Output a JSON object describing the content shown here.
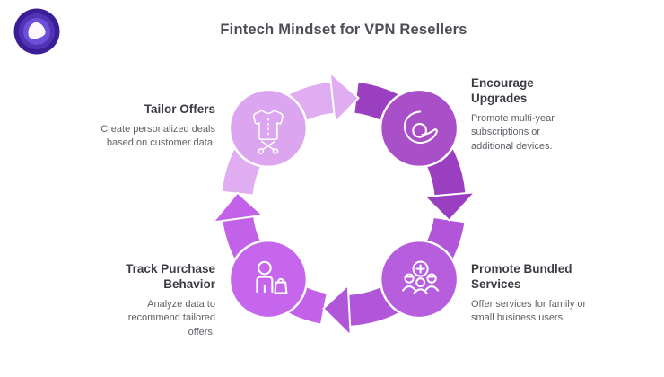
{
  "header": {
    "title": "Fintech Mindset for VPN Resellers"
  },
  "logo": {
    "name": "purevpn-logo",
    "ring_colors": [
      "#3B1E97",
      "#5134B5",
      "#6E4FD9"
    ],
    "mark_color": "#FBF9FF"
  },
  "diagram": {
    "type": "cycle",
    "flow": "clockwise",
    "nodes": [
      {
        "position": "top-left",
        "title": "Tailor Offers",
        "description": "Create personalized deals based on customer data.",
        "icon": "shirt-scissors-icon",
        "circle_color": "#DCA5EF",
        "arrow_color": "#E0ADF2"
      },
      {
        "position": "top-right",
        "title": "Encourage Upgrades",
        "description": "Promote multi-year subscriptions or additional devices.",
        "icon": "hand-holding-circle-icon",
        "circle_color": "#A94FC8",
        "arrow_color": "#9B3FC1"
      },
      {
        "position": "bottom-right",
        "title": "Promote Bundled Services",
        "description": "Offer services for family or small business users.",
        "icon": "people-plus-icon",
        "circle_color": "#B65EDE",
        "arrow_color": "#B156D9"
      },
      {
        "position": "bottom-left",
        "title": "Track Purchase Behavior",
        "description": "Analyze data to recommend tailored offers.",
        "icon": "person-shopping-bag-icon",
        "circle_color": "#C566EC",
        "arrow_color": "#C262E9"
      }
    ]
  }
}
